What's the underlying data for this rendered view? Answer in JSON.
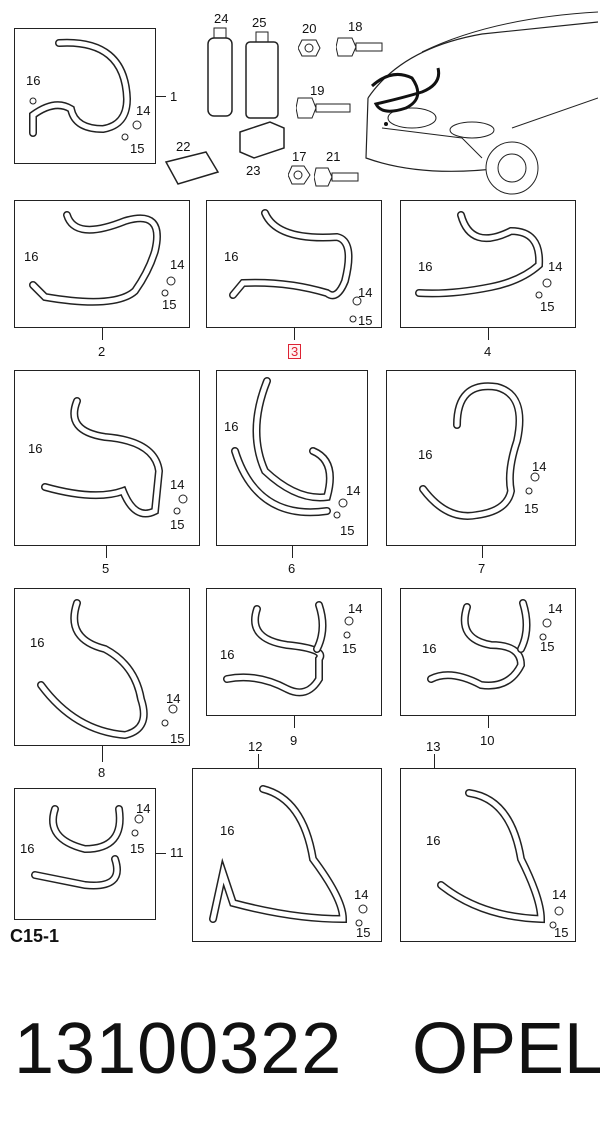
{
  "diagram": {
    "code": "C15-1",
    "part_number": "13100322",
    "brand": "OPEL",
    "highlighted_item": "3",
    "accessories": [
      {
        "id": "24",
        "desc": "bottle"
      },
      {
        "id": "25",
        "desc": "container"
      },
      {
        "id": "20",
        "desc": "bolt"
      },
      {
        "id": "18",
        "desc": "bolt"
      },
      {
        "id": "19",
        "desc": "bolt"
      },
      {
        "id": "22",
        "desc": "pad"
      },
      {
        "id": "23",
        "desc": "bracket"
      },
      {
        "id": "17",
        "desc": "nut"
      },
      {
        "id": "21",
        "desc": "bolt"
      }
    ],
    "panels": [
      {
        "id": "1",
        "labels": [
          "16",
          "14",
          "15"
        ]
      },
      {
        "id": "2",
        "labels": [
          "16",
          "14",
          "15"
        ]
      },
      {
        "id": "3",
        "labels": [
          "16",
          "14",
          "15"
        ]
      },
      {
        "id": "4",
        "labels": [
          "16",
          "14",
          "15"
        ]
      },
      {
        "id": "5",
        "labels": [
          "16",
          "14",
          "15"
        ]
      },
      {
        "id": "6",
        "labels": [
          "16",
          "14",
          "15"
        ]
      },
      {
        "id": "7",
        "labels": [
          "16",
          "14",
          "15"
        ]
      },
      {
        "id": "8",
        "labels": [
          "16",
          "14",
          "15"
        ]
      },
      {
        "id": "9",
        "labels": [
          "16",
          "14",
          "15"
        ]
      },
      {
        "id": "10",
        "labels": [
          "16",
          "14",
          "15"
        ]
      },
      {
        "id": "11",
        "labels": [
          "16",
          "14",
          "15"
        ]
      },
      {
        "id": "12",
        "labels": [
          "16",
          "14",
          "15"
        ]
      },
      {
        "id": "13",
        "labels": [
          "16",
          "14",
          "15"
        ]
      }
    ]
  }
}
